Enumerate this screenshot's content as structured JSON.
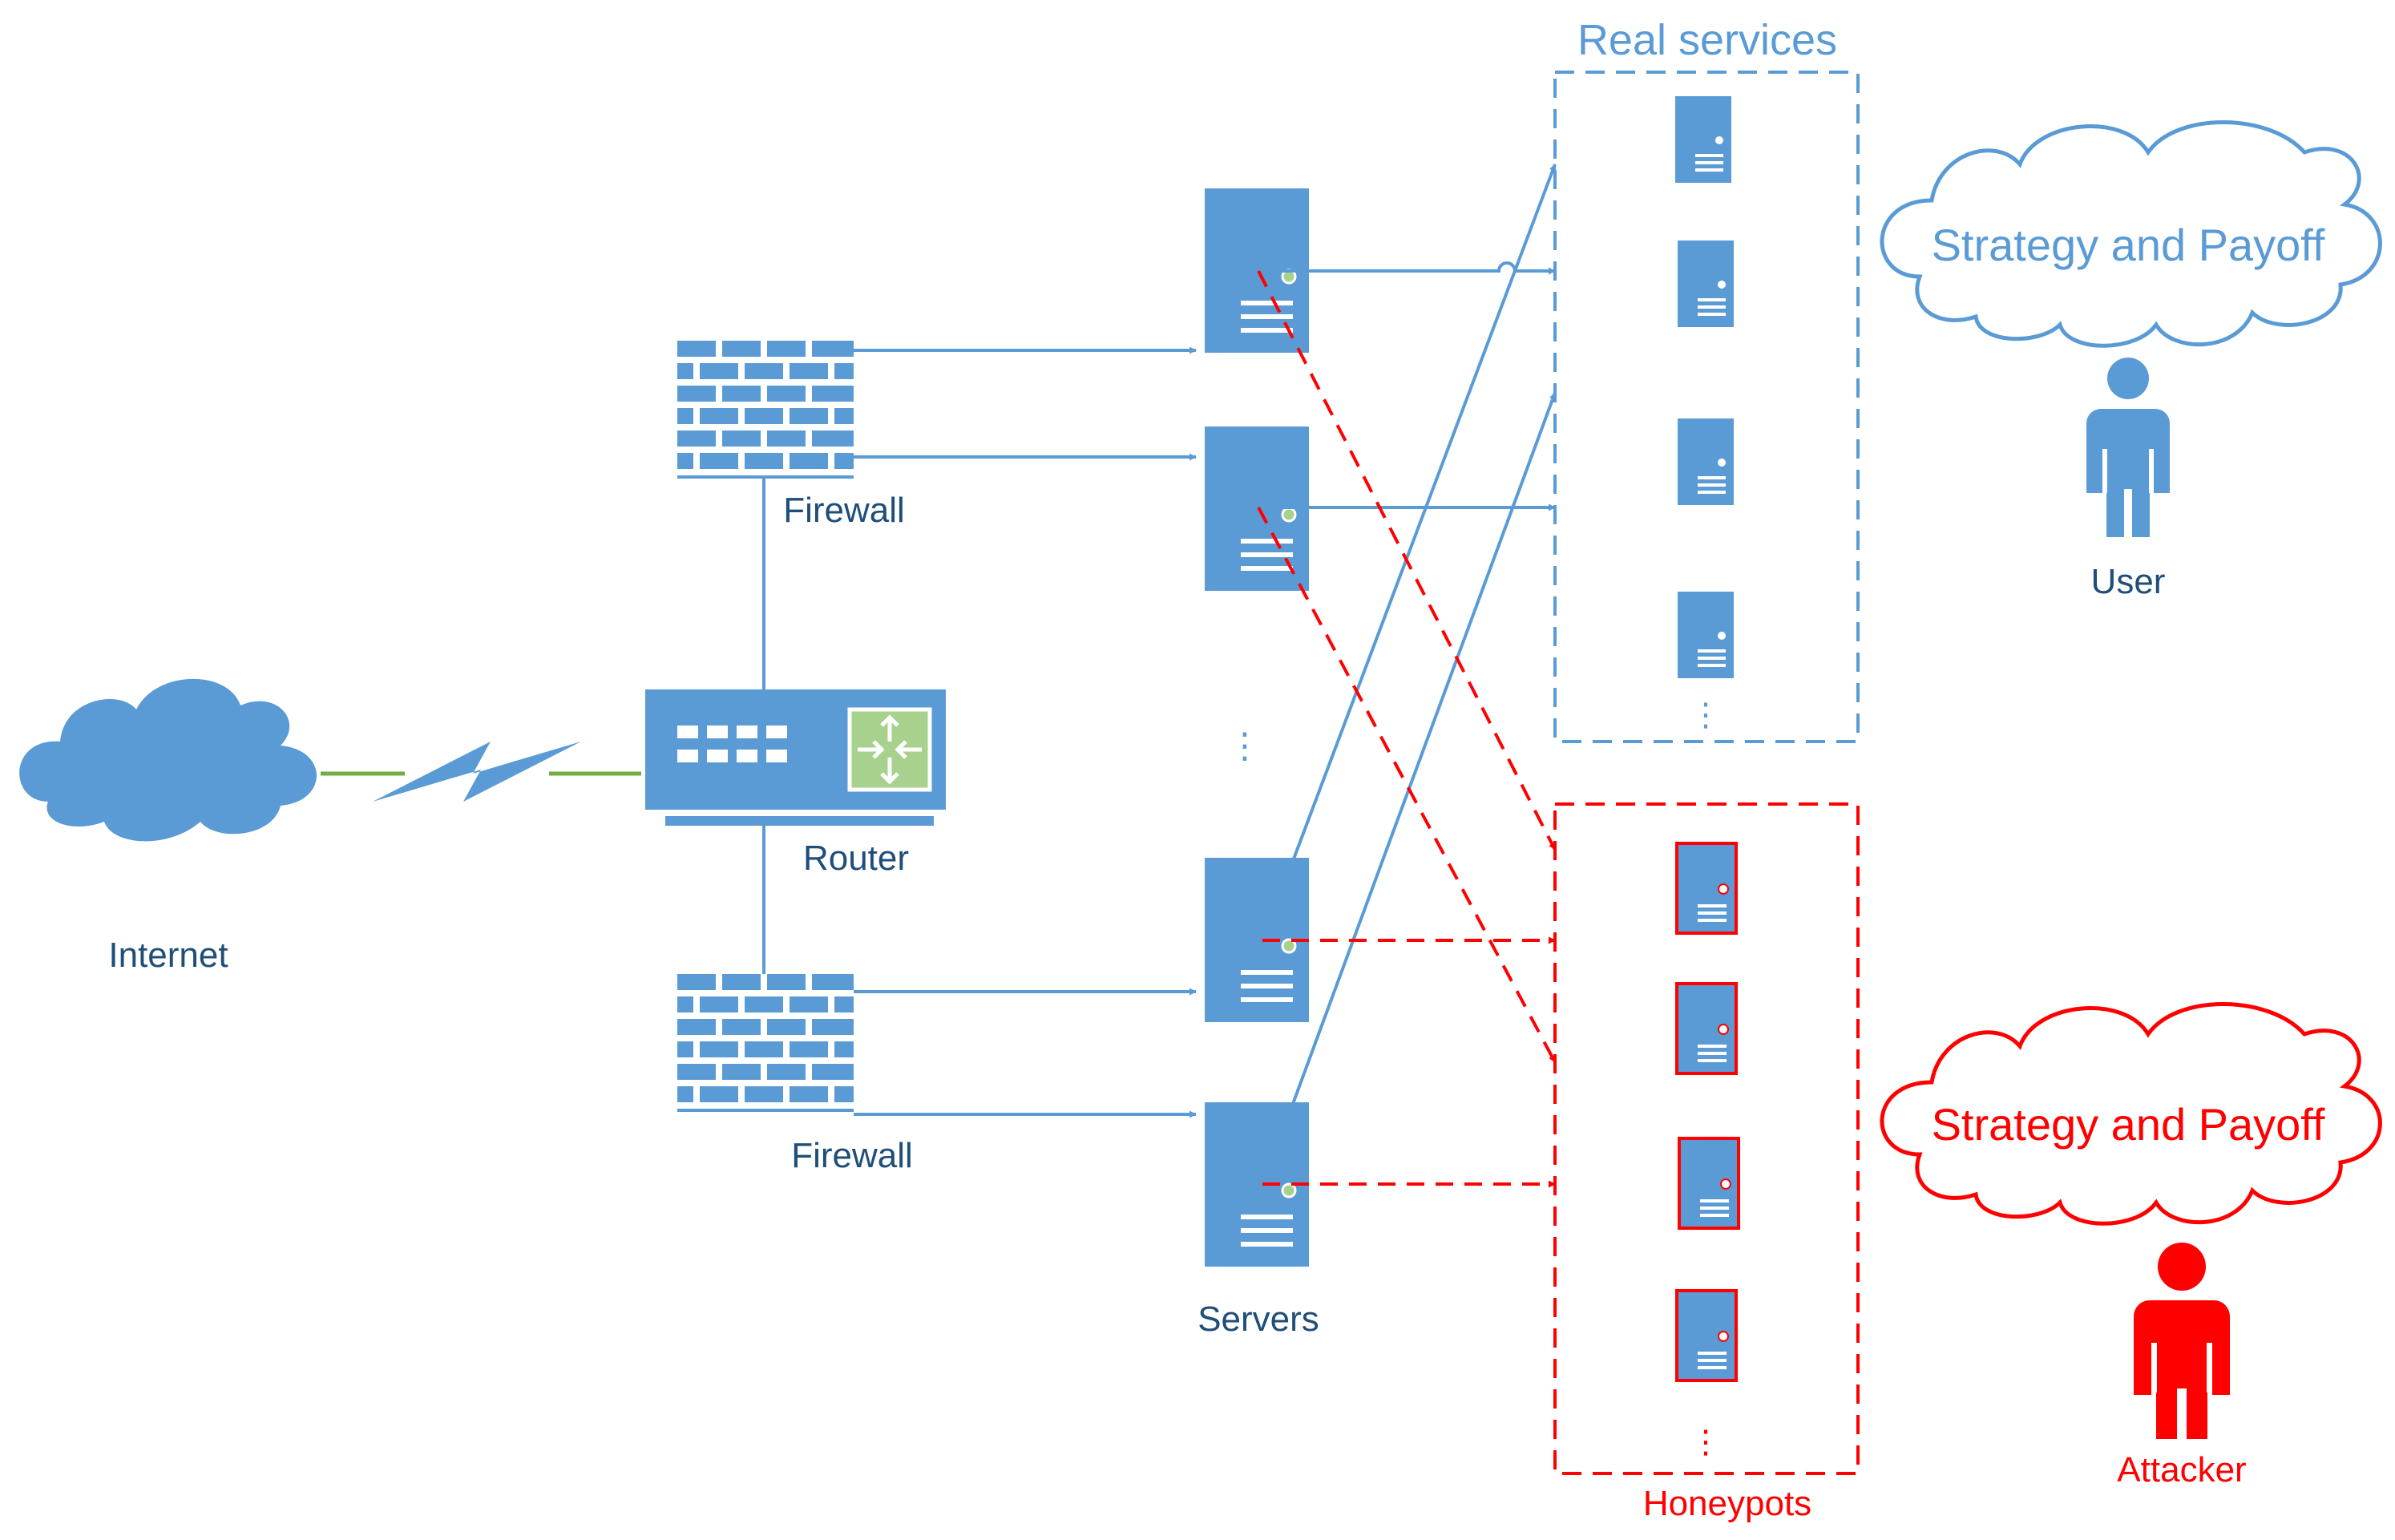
{
  "labels": {
    "internet": "Internet",
    "firewall_top": "Firewall",
    "router": "Router",
    "firewall_bottom": "Firewall",
    "servers": "Servers",
    "servers_ellipsis": "⋮",
    "real_services": "Real services",
    "real_ellipsis": "⋮",
    "honeypots": "Honeypots",
    "honeypots_ellipsis": "⋮",
    "user": "User",
    "attacker": "Attacker",
    "user_cloud": "Strategy and Payoff",
    "attacker_cloud": "Strategy and Payoff"
  },
  "colors": {
    "blue": "#5b9bd5",
    "dark_text": "#1f4e79",
    "red": "#ff0000",
    "green": "#70ad47",
    "router_accent": "#a9d18e"
  },
  "icons": {
    "cloud": "cloud-icon",
    "lightning": "lightning-icon",
    "firewall": "firewall-icon",
    "router": "router-icon",
    "server": "server-icon",
    "person": "person-icon"
  }
}
